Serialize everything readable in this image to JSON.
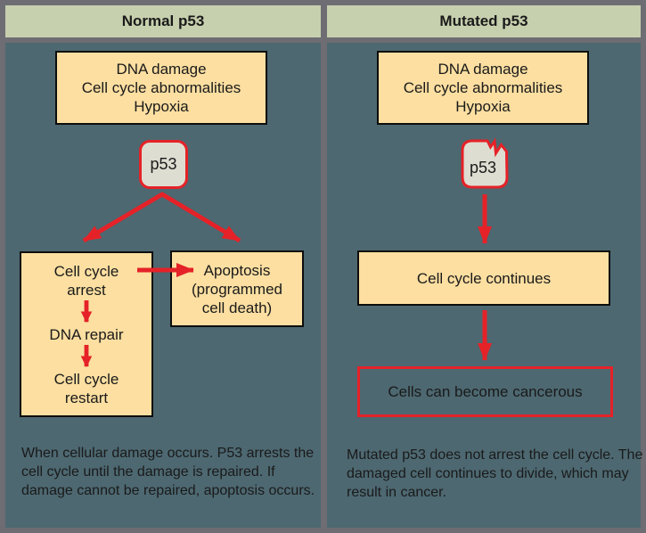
{
  "colors": {
    "frame": "#6d6d73",
    "header_bg": "#c6d0ae",
    "panel_bg": "#4d6871",
    "box_fill": "#fcdfa1",
    "p53_fill": "#deddd1",
    "arrow_red": "#e52228",
    "border_black": "#0d0d0d",
    "text": "#1a1a1a"
  },
  "left": {
    "header": "Normal p53",
    "triggers": [
      "DNA damage",
      "Cell cycle abnormalities",
      "Hypoxia"
    ],
    "p53": "p53",
    "arrest_line1": "Cell cycle",
    "arrest_line2": "arrest",
    "repair": "DNA repair",
    "restart_line1": "Cell cycle",
    "restart_line2": "restart",
    "apoptosis_line1": "Apoptosis",
    "apoptosis_line2": "(programmed",
    "apoptosis_line3": "cell death)",
    "caption": "When cellular damage occurs. P53 arrests the cell cycle until the damage is repaired. If damage cannot be repaired, apoptosis occurs."
  },
  "right": {
    "header": "Mutated p53",
    "triggers": [
      "DNA damage",
      "Cell cycle abnormalities",
      "Hypoxia"
    ],
    "p53": "p53",
    "continues": "Cell cycle continues",
    "cancerous": "Cells can become cancerous",
    "caption": "Mutated p53 does not arrest the cell cycle. The damaged cell continues to divide, which may result in cancer."
  }
}
